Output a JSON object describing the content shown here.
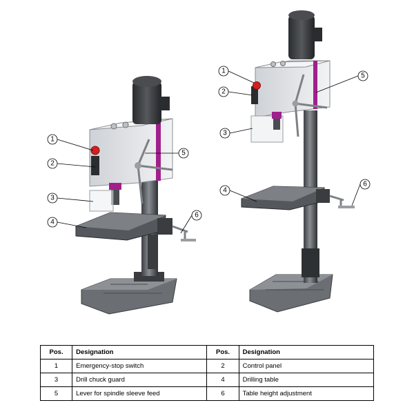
{
  "callouts": {
    "left": [
      "1",
      "2",
      "3",
      "4",
      "5",
      "6"
    ],
    "right": [
      "1",
      "2",
      "3",
      "4",
      "5",
      "6"
    ]
  },
  "table": {
    "headers": [
      "Pos.",
      "Designation",
      "Pos.",
      "Designation"
    ],
    "rows": [
      [
        "1",
        "Emergency-stop switch",
        "2",
        "Control panel"
      ],
      [
        "3",
        "Drill chuck guard",
        "4",
        "Drilling table"
      ],
      [
        "5",
        "Lever for spindle sleeve feed",
        "6",
        "Table height adjustment"
      ]
    ]
  },
  "colors": {
    "accent": "#a0208c",
    "stop_button": "#d42020",
    "body": "#e6e8eb",
    "base": "#6b6e72"
  }
}
